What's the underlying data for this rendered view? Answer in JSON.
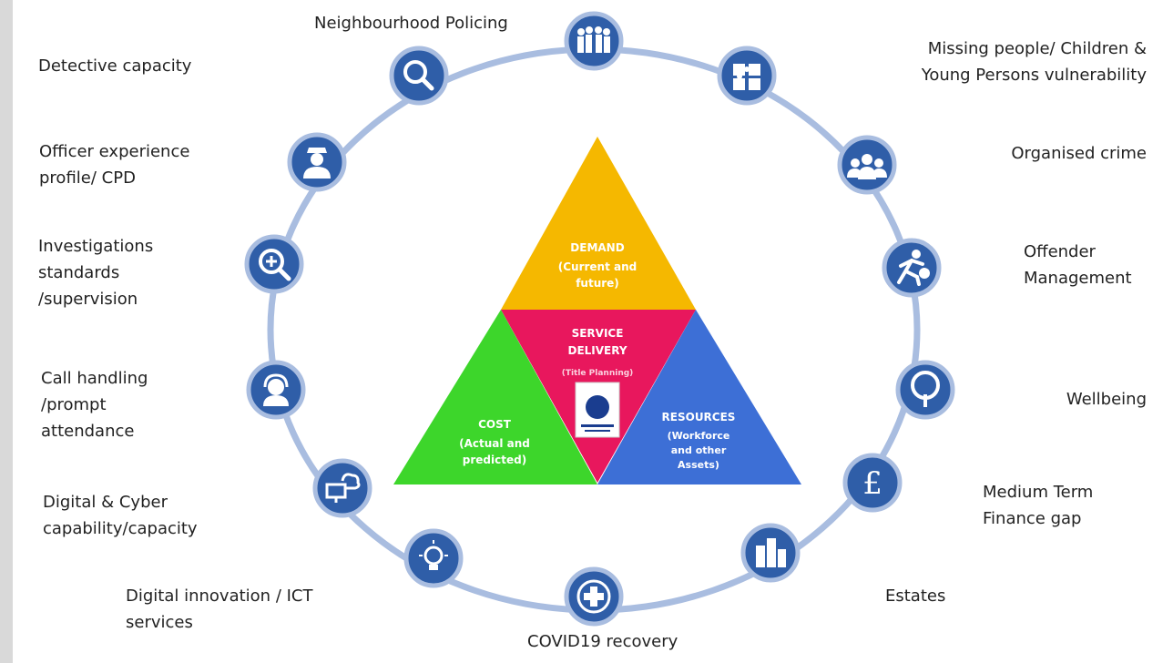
{
  "ring_items": [
    {
      "id": "neighbourhood-policing",
      "label": "Neighbourhood Policing",
      "icon": "crowd-icon"
    },
    {
      "id": "missing-people",
      "label": "Missing people/ Children &\nYoung Persons vulnerability",
      "icon": "puzzle-icon"
    },
    {
      "id": "organised-crime",
      "label": "Organised crime",
      "icon": "group-icon"
    },
    {
      "id": "offender-management",
      "label": "Offender\nManagement",
      "icon": "running-person-icon"
    },
    {
      "id": "wellbeing",
      "label": "Wellbeing",
      "icon": "tree-icon"
    },
    {
      "id": "mtfg",
      "label": "Medium Term\nFinance gap",
      "icon": "pound-icon"
    },
    {
      "id": "estates",
      "label": "Estates",
      "icon": "buildings-icon"
    },
    {
      "id": "covid19",
      "label": "COVID19 recovery",
      "icon": "medical-cross-icon"
    },
    {
      "id": "digital-innovation",
      "label": "Digital innovation / ICT\nservices",
      "icon": "lightbulb-icon"
    },
    {
      "id": "digital-cyber",
      "label": "Digital & Cyber\ncapability/capacity",
      "icon": "cloud-computer-icon"
    },
    {
      "id": "call-handling",
      "label": "Call handling\n/prompt\nattendance",
      "icon": "headset-icon"
    },
    {
      "id": "investigations",
      "label": "Investigations\nstandards\n/supervision",
      "icon": "zoom-in-icon"
    },
    {
      "id": "officer-experience",
      "label": "Officer experience\nprofile/ CPD",
      "icon": "police-officer-icon"
    },
    {
      "id": "detective",
      "label": "Detective capacity",
      "icon": "magnifier-icon"
    }
  ],
  "triangle": {
    "demand": {
      "title": "DEMAND",
      "sub": [
        "(Current and",
        "future)"
      ],
      "color": "#f5b800"
    },
    "service": {
      "title": "SERVICE",
      "title2": "DELIVERY",
      "sub": "(Title Planning)",
      "color": "#e8175d"
    },
    "cost": {
      "title": "COST",
      "sub": [
        "(Actual and",
        "predicted)"
      ],
      "color": "#3dd62b"
    },
    "resources": {
      "title": "RESOURCES",
      "sub": [
        "(Workforce",
        "and other",
        "Assets)"
      ],
      "color": "#3d6fd6"
    }
  },
  "colors": {
    "ring": "#a9bde0",
    "icon_fill": "#2f5ea8",
    "icon_border": "#a9bde0"
  }
}
